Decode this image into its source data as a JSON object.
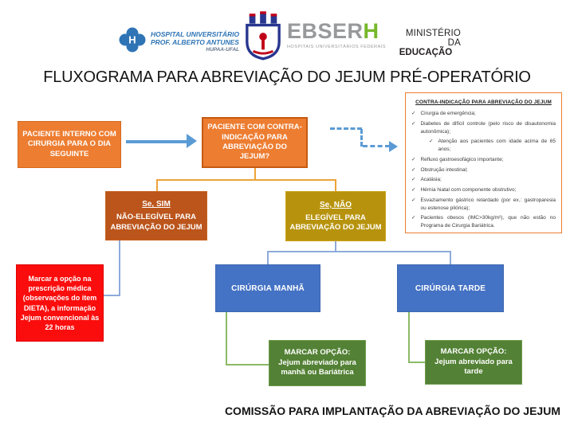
{
  "header": {
    "hupaa": {
      "line1": "HOSPITAL UNIVERSITÁRIO",
      "line2": "PROF. ALBERTO ANTUNES",
      "line3": "HUPAA-UFAL"
    },
    "ebserh": {
      "name_gray": "EBSER",
      "name_green": "H",
      "subtitle": "HOSPITAIS UNIVERSITÁRIOS FEDERAIS"
    },
    "ministry": {
      "line1": "MINISTÉRIO DA",
      "line2": "EDUCAÇÃO"
    }
  },
  "title": "FLUXOGRAMA PARA ABREVIAÇÃO DO JEJUM PRÉ-OPERATÓRIO",
  "boxes": {
    "start": "PACIENTE INTERNO COM CIRURGIA PARA O DIA SEGUINTE",
    "decision": "PACIENTE COM CONTRA-INDICAÇÃO PARA ABREVIAÇÃO DO JEJUM?",
    "sim_header": "Se, SIM",
    "sim_body": "NÃO-ELEGÍVEL PARA ABREVIAÇÃO DO JEJUM",
    "nao_header": "Se, NÃO",
    "nao_body": "ELEGÍVEL PARA ABREVIAÇÃO DO JEJUM",
    "prescription": "Marcar a opção na prescrição médica (observações do item DIETA), a informação Jejum convencional às 22 horas",
    "morning": "CIRÚRGIA MANHÃ",
    "afternoon": "CIRÚRGIA TARDE",
    "mark_morning_line1": "MARCAR OPÇÃO:",
    "mark_morning_line2": "Jejum abreviado para manhã ou Bariátrica",
    "mark_afternoon_line1": "MARCAR OPÇÃO:",
    "mark_afternoon_line2": "Jejum abreviado para tarde"
  },
  "contraindications": {
    "title": "CONTRA-INDICAÇÃO PARA ABREVIAÇÃO DO JEJUM",
    "items": [
      {
        "text": "Cirurgia de emergência;"
      },
      {
        "text": "Diabetes de difícil controle (pelo risco de disautonomia autonômica);"
      },
      {
        "text": "Atenção aos pacientes com idade acima de 65 anos;"
      },
      {
        "text": "Refluxo gastroesofágico importante;"
      },
      {
        "text": "Obstrução intestinal;"
      },
      {
        "text": "Acalásia;"
      },
      {
        "text": "Hérnia hiatal com componente obstrutivo;"
      },
      {
        "text": "Esvaziamento gástrico retardado (por ex.: gastroparesia ou estenose pilórica);"
      },
      {
        "text": "Pacientes obesos (IMC>30kg/m²), que não estão no Programa de Cirurgia Bariátrica."
      }
    ]
  },
  "footer": "COMISSÃO PARA IMPLANTAÇÃO DA ABREVIAÇÃO DO JEJUM",
  "icons": {
    "check": "✓"
  },
  "colors": {
    "orange": "#ED7D31",
    "dark_orange": "#BB551C",
    "gold": "#B7930D",
    "red": "#FB0D0D",
    "blue": "#4472C4",
    "green": "#538135",
    "arrow_blue": "#5B9BD5",
    "connector_blue": "#8EAADB",
    "connector_green": "#8CBA66",
    "connector_orange": "#EDA338",
    "ebserh_green": "#76B82A",
    "logo_blue": "#2F74B5"
  }
}
